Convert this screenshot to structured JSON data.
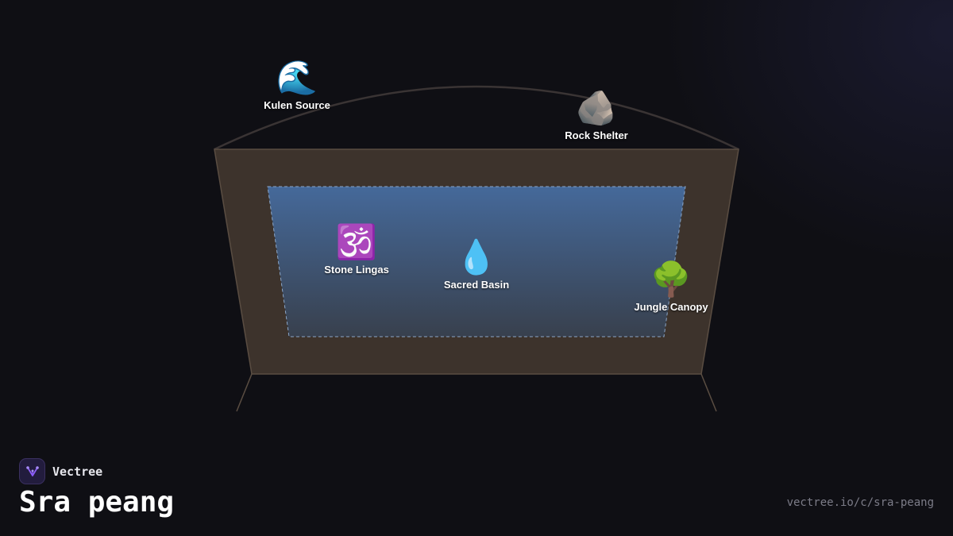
{
  "diagram": {
    "colors": {
      "background": "#0f0f14",
      "outer_plane": "#3d332c",
      "outer_edge": "#5a4d42",
      "water_top": "#45699a",
      "water_bottom": "#38404d",
      "water_edge": "#8aa6c8",
      "arc": "#3a3434"
    },
    "points": [
      {
        "id": "kulen-source",
        "label": "Kulen Source",
        "icon": "wave-icon",
        "glyph": "🌊"
      },
      {
        "id": "rock-shelter",
        "label": "Rock Shelter",
        "icon": "rock-icon",
        "glyph": "🪨"
      },
      {
        "id": "stone-lingas",
        "label": "Stone Lingas",
        "icon": "om-icon",
        "glyph": "🕉️"
      },
      {
        "id": "sacred-basin",
        "label": "Sacred Basin",
        "icon": "droplet-icon",
        "glyph": "💧"
      },
      {
        "id": "jungle-canopy",
        "label": "Jungle Canopy",
        "icon": "tree-icon",
        "glyph": "🌳"
      }
    ]
  },
  "brand": {
    "name": "Vectree",
    "logo_icon": "vectree-logo-icon",
    "accent": "#8b5cf6"
  },
  "page": {
    "title": "Sra peang",
    "url": "vectree.io/c/sra-peang"
  }
}
